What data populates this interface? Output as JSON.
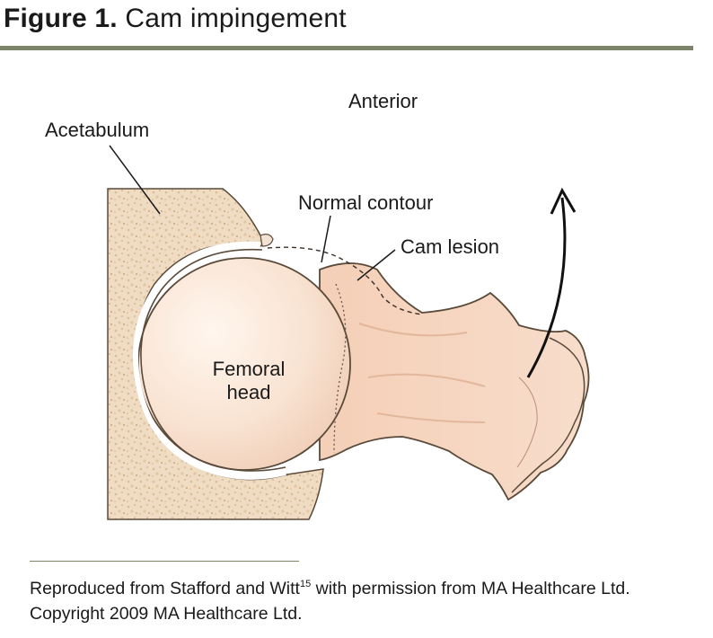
{
  "header": {
    "figure_number": "Figure 1.",
    "title": "Cam impingement"
  },
  "labels": {
    "anterior": "Anterior",
    "acetabulum": "Acetabulum",
    "normal_contour": "Normal contour",
    "cam_lesion": "Cam lesion",
    "femoral_head_line1": "Femoral",
    "femoral_head_line2": "head"
  },
  "caption": {
    "text_before_ref": "Reproduced from Stafford and Witt",
    "reference": "15",
    "text_after_ref": " with permission from MA Healthcare Ltd. Copyright 2009 MA Healthcare Ltd."
  },
  "colors": {
    "rule": "#7b8468",
    "bone_fill": "#f4d6c3",
    "acetabulum_fill": "#efdcc3"
  }
}
